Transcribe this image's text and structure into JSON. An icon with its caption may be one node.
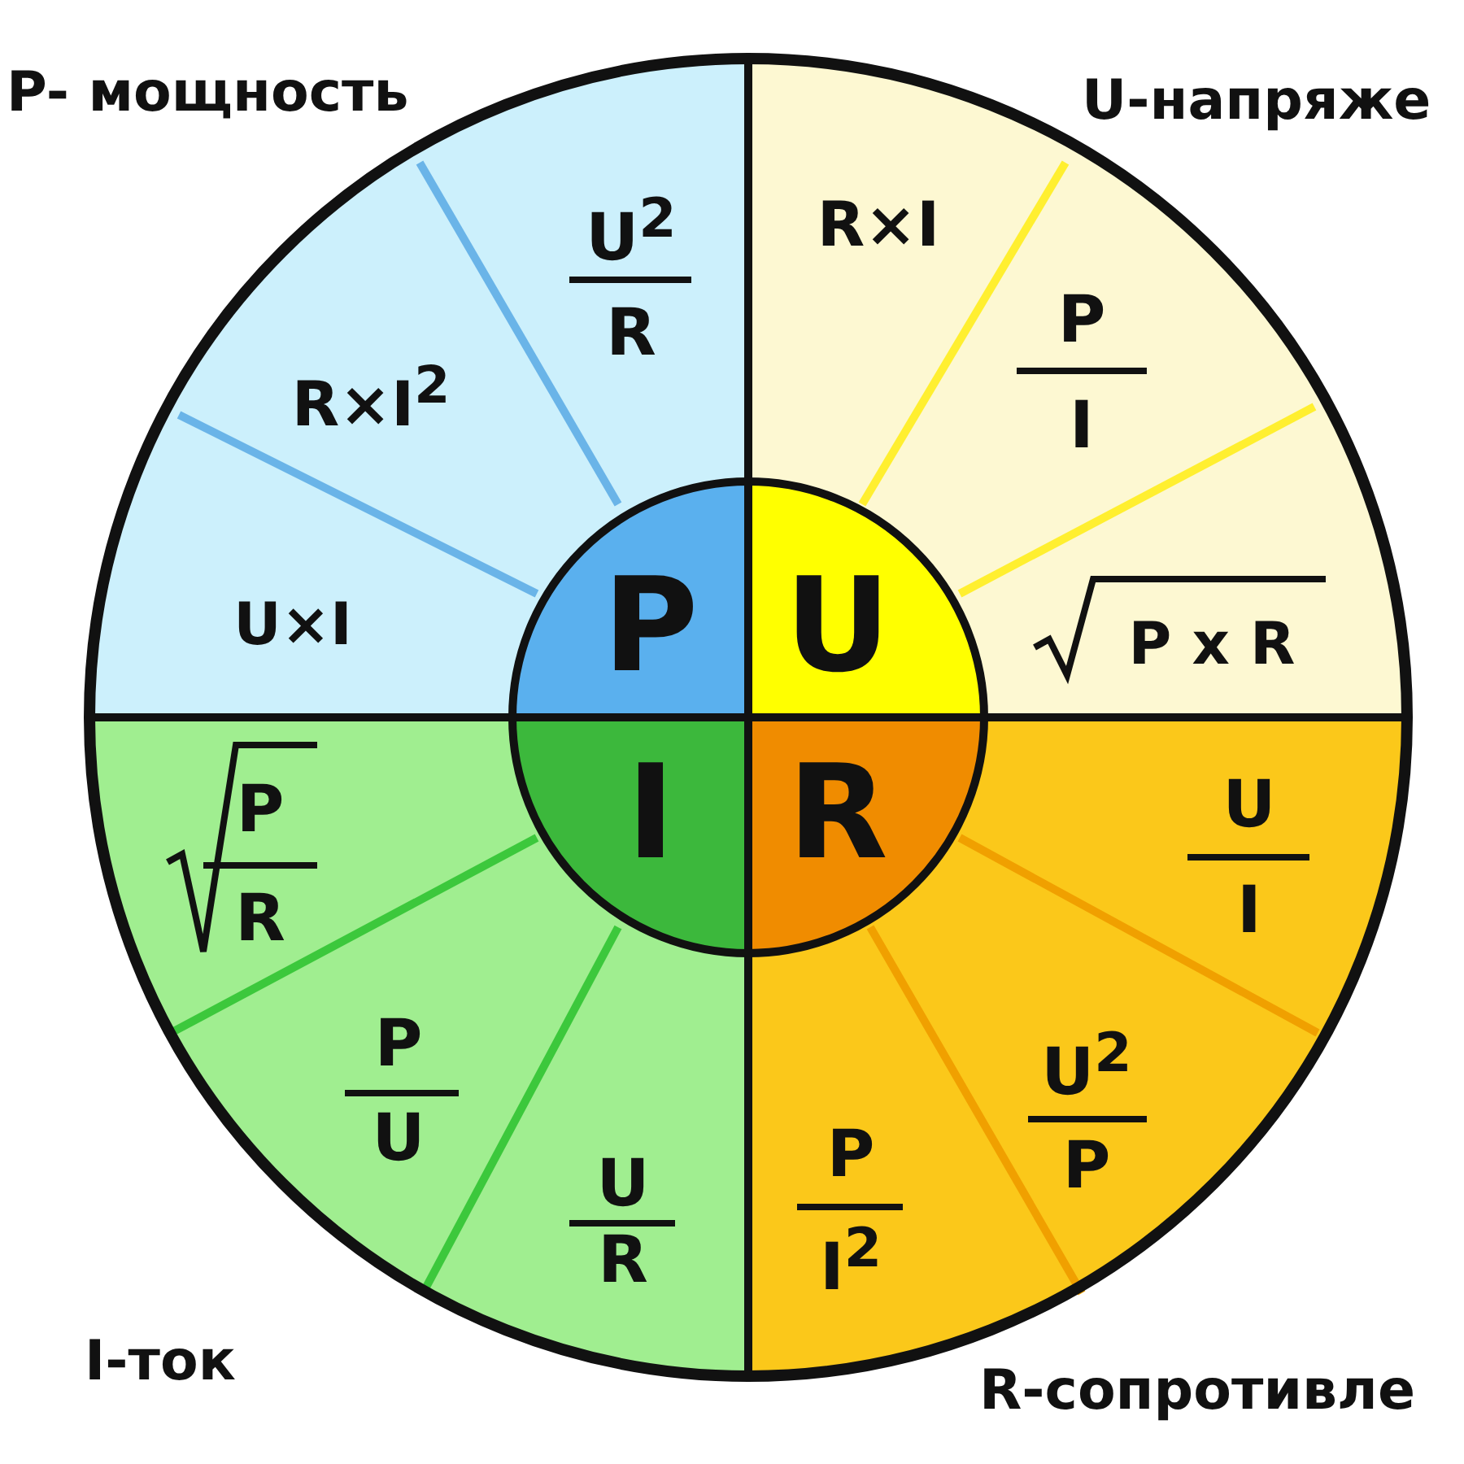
{
  "diagram": {
    "labels": [
      "P- мощность",
      "U-напряже",
      "U$^{2}$",
      "R×I",
      "R",
      "P",
      "R×I$^{2}$",
      "I",
      "U×I",
      "P",
      "U",
      "P x R",
      "P",
      "I",
      "R",
      "U",
      "R",
      "I",
      "P",
      "U$^{2}$",
      "U",
      "U",
      "P",
      "P",
      "R",
      "I$^{2}$",
      "I-ток",
      "R-сопротивле"
    ]
  }
}
